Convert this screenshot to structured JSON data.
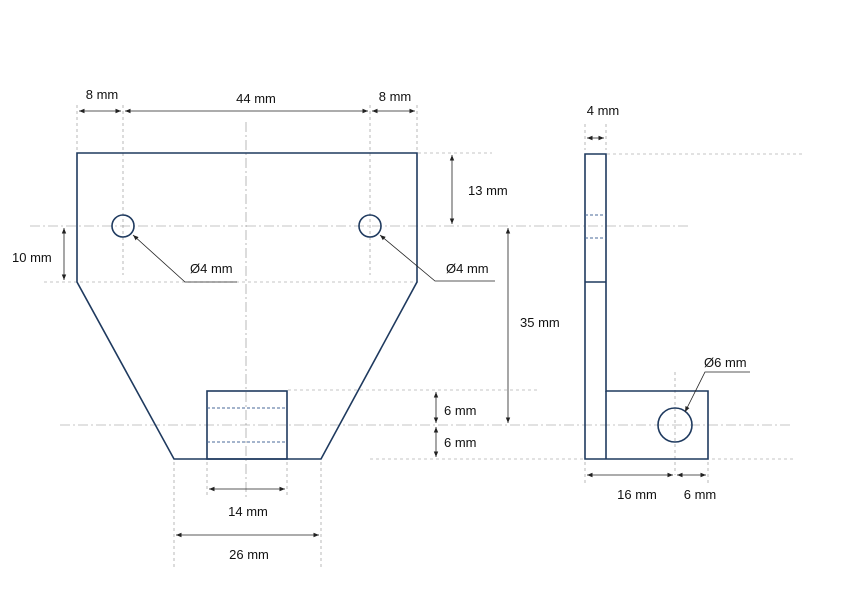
{
  "colors": {
    "part_outline": "#1f3a5f",
    "hidden_lines": "#4a6a9a",
    "extension_lines": "#8a8a8a",
    "dimension_lines": "#222222"
  },
  "front_view": {
    "dim_left_margin": "8 mm",
    "dim_hole_spacing": "44 mm",
    "dim_right_margin": "8 mm",
    "dim_top_to_hole": "13 mm",
    "dim_rect_height": "10 mm",
    "hole_left_label": "Ø4 mm",
    "hole_right_label": "Ø4 mm",
    "dim_hole_to_axis": "35 mm",
    "dim_tab_upper": "6 mm",
    "dim_tab_lower": "6 mm",
    "dim_tab_width": "14 mm",
    "dim_bottom_width": "26 mm"
  },
  "side_view": {
    "dim_thickness": "4 mm",
    "hole_label": "Ø6 mm",
    "dim_foot_length": "16 mm",
    "dim_foot_end": "6 mm"
  }
}
